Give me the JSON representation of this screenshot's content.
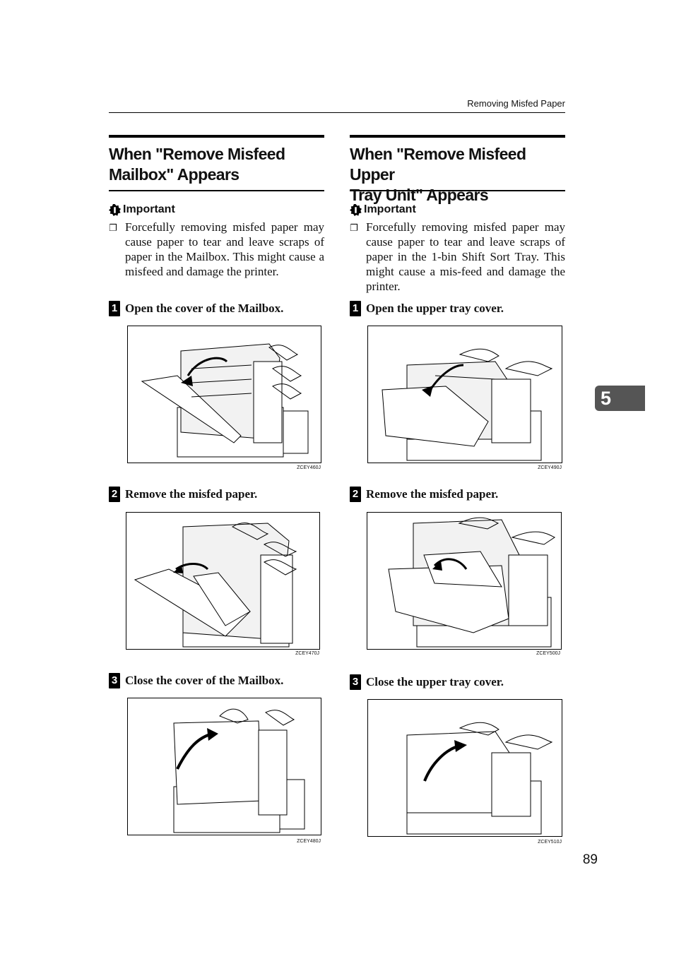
{
  "header": {
    "running_title": "Removing Misfed Paper"
  },
  "chapter_tab": "5",
  "page_number": "89",
  "left": {
    "title_line1": "When \"Remove Misfeed",
    "title_line2": "Mailbox\" Appears",
    "important_label": "Important",
    "note": "Forcefully removing misfed paper may cause paper to tear and leave scraps of paper in the Mailbox. This might cause a misfeed and damage the printer.",
    "steps": [
      {
        "num": "1",
        "text": "Open the cover of the Mailbox.",
        "figure": "ZCEY460J"
      },
      {
        "num": "2",
        "text": "Remove the misfed paper.",
        "figure": "ZCEY470J"
      },
      {
        "num": "3",
        "text": "Close the cover of the Mailbox.",
        "figure": "ZCEY480J"
      }
    ]
  },
  "right": {
    "title_line1": "When \"Remove Misfeed Upper",
    "title_line2": "Tray Unit\" Appears",
    "important_label": "Important",
    "note": "Forcefully removing misfed paper may cause paper to tear and leave scraps of paper in the 1-bin Shift Sort Tray. This might cause a mis-feed and damage the printer.",
    "steps": [
      {
        "num": "1",
        "text": "Open the upper tray cover.",
        "figure": "ZCEY490J"
      },
      {
        "num": "2",
        "text": "Remove the misfed paper.",
        "figure": "ZCEY500J"
      },
      {
        "num": "3",
        "text": "Close the upper tray cover.",
        "figure": "ZCEY510J"
      }
    ]
  }
}
